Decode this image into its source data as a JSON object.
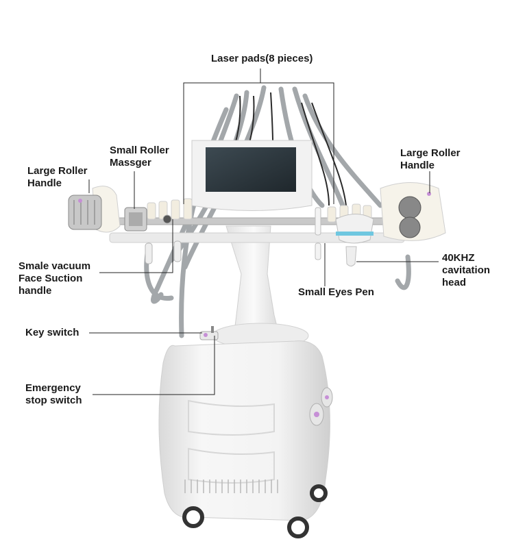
{
  "labels": {
    "laser_pads": "Laser pads(8 pieces)",
    "small_roller": [
      "Small Roller",
      "Massger"
    ],
    "large_roller_left": [
      "Large Roller",
      "Handle"
    ],
    "large_roller_right": [
      "Large Roller",
      "Handle"
    ],
    "smale_vacuum": [
      "Smale vacuum",
      "Face Suction",
      "handle"
    ],
    "cavitation": [
      "40KHZ",
      "cavitation",
      "head"
    ],
    "small_eyes_pen": "Small Eyes Pen",
    "key_switch": "Key switch",
    "emergency": [
      "Emergency",
      "stop switch"
    ]
  },
  "colors": {
    "body": "#f4f4f4",
    "body_shadow": "#d6d6d6",
    "screen": "#2f3a40",
    "cable": "#9ea3a6",
    "cable_dark": "#2a2a2a",
    "accent": "#c68fd6",
    "leader_line": "#222222",
    "cavitation_accent": "#6fc7e0"
  }
}
